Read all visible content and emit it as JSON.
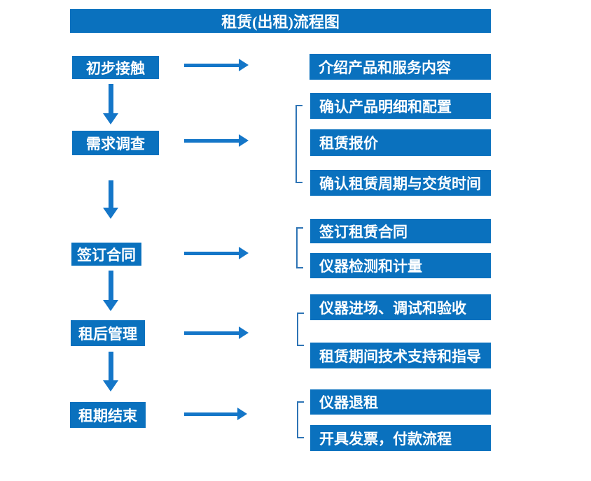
{
  "title": "租赁(出租)流程图",
  "colors": {
    "box_fill": "#0a71be",
    "arrow": "#1476c8",
    "bracket": "#2e74b5",
    "text": "#ffffff",
    "background": "#ffffff"
  },
  "steps": [
    {
      "label": "初步接触",
      "details": [
        "介绍产品和服务内容"
      ]
    },
    {
      "label": "需求调查",
      "details": [
        "确认产品明细和配置",
        "租赁报价",
        "确认租赁周期与交货时间"
      ]
    },
    {
      "label": "签订合同",
      "details": [
        "签订租赁合同",
        "仪器检测和计量"
      ]
    },
    {
      "label": "租后管理",
      "details": [
        "仪器进场、调试和验收",
        "租赁期间技术支持和指导"
      ]
    },
    {
      "label": "租期结束",
      "details": [
        "仪器退租",
        "开具发票，付款流程"
      ]
    }
  ]
}
